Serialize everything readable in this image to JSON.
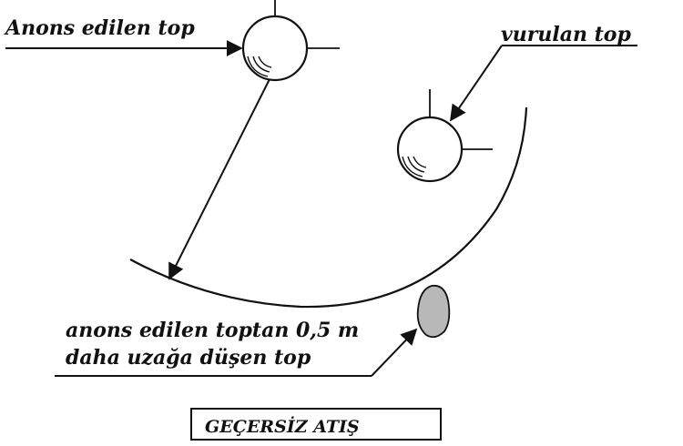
{
  "labels": {
    "announced_ball": "Anons edilen top",
    "hit_ball": "vurulan top",
    "far_ball_line1": "anons edilen toptan 0,5 m",
    "far_ball_line2": "daha uzağa düşen top",
    "verdict": "GEÇERSİZ ATIŞ"
  },
  "colors": {
    "ink": "#111111",
    "landed_ball_fill": "#b8b8b8",
    "background": "#ffffff"
  }
}
